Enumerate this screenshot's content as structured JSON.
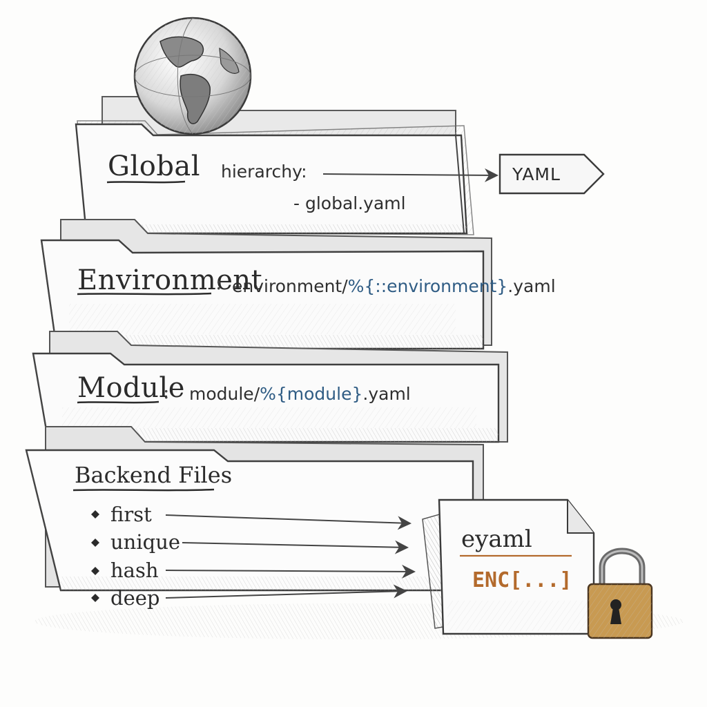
{
  "layers": {
    "global": {
      "title": "Global",
      "hierarchy_label": "hierarchy:",
      "path": "- global.yaml",
      "format_tag": "YAML"
    },
    "environment": {
      "title": "Environment",
      "colon": ":",
      "path_prefix": "environment/",
      "path_var": "%{::environment}",
      "path_suffix": ".yaml"
    },
    "module": {
      "title": "Module",
      "colon": ":",
      "path_prefix": "module/",
      "path_var": "%{module}",
      "path_suffix": ".yaml"
    },
    "backend": {
      "title": "Backend Files",
      "merge_strategies": [
        "first",
        "unique",
        "hash",
        "deep"
      ]
    }
  },
  "encrypted_file": {
    "label": "eyaml",
    "content": "ENC[...]"
  },
  "icons": {
    "top": "globe-icon",
    "encryption": "padlock-icon"
  },
  "colors": {
    "variable": "#2f5c84",
    "encrypted": "#b36a2c",
    "lock_body": "#c89a52",
    "stroke": "#4a4a4a"
  }
}
